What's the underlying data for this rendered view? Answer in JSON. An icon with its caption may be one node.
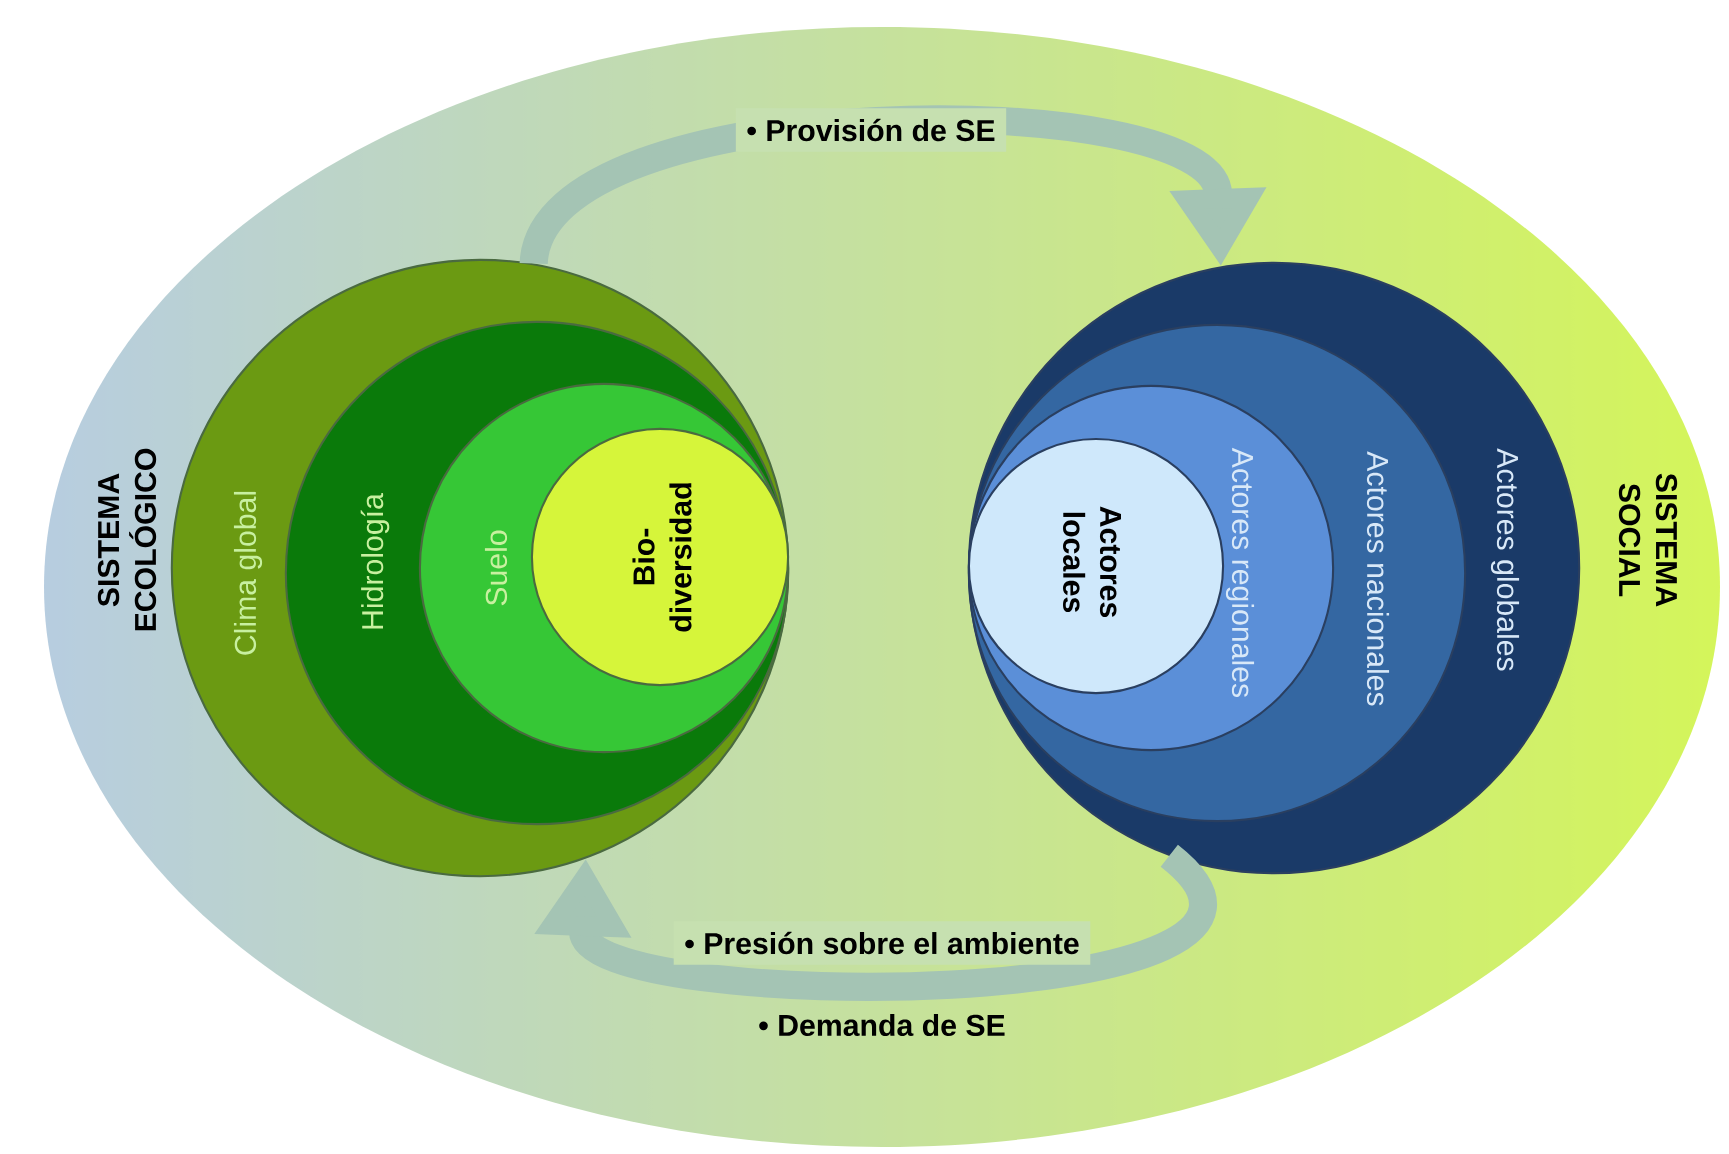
{
  "diagram": {
    "nodes": [
      {
        "text": [
          "Clima global"
        ]
      },
      {
        "text": [
          "Hidrología"
        ],
        "in": 0
      },
      {
        "text": [
          "Suelo"
        ],
        "in": 1
      },
      {
        "text": [
          "Bio- diversidad"
        ],
        "in": 2
      },
      {
        "text": [
          "Actores globales"
        ]
      },
      {
        "text": [
          "Actores nacionales"
        ],
        "in": 4
      },
      {
        "text": [
          "Actores regionales"
        ],
        "in": 5
      },
      {
        "text": [
          "Actores locales"
        ],
        "in": 6
      }
    ],
    "edges": [
      {
        "from": 0,
        "to": 4,
        "arrow": "to",
        "label": "• Provisión de SE"
      },
      {
        "from": 4,
        "to": 0,
        "arrow": "to",
        "label": "• Presión sobre el ambiente"
      }
    ],
    "labels": [
      "SISTEMA ECOLÓGICO",
      "SISTEMA SOCIAL",
      "• Demanda de SE"
    ]
  }
}
